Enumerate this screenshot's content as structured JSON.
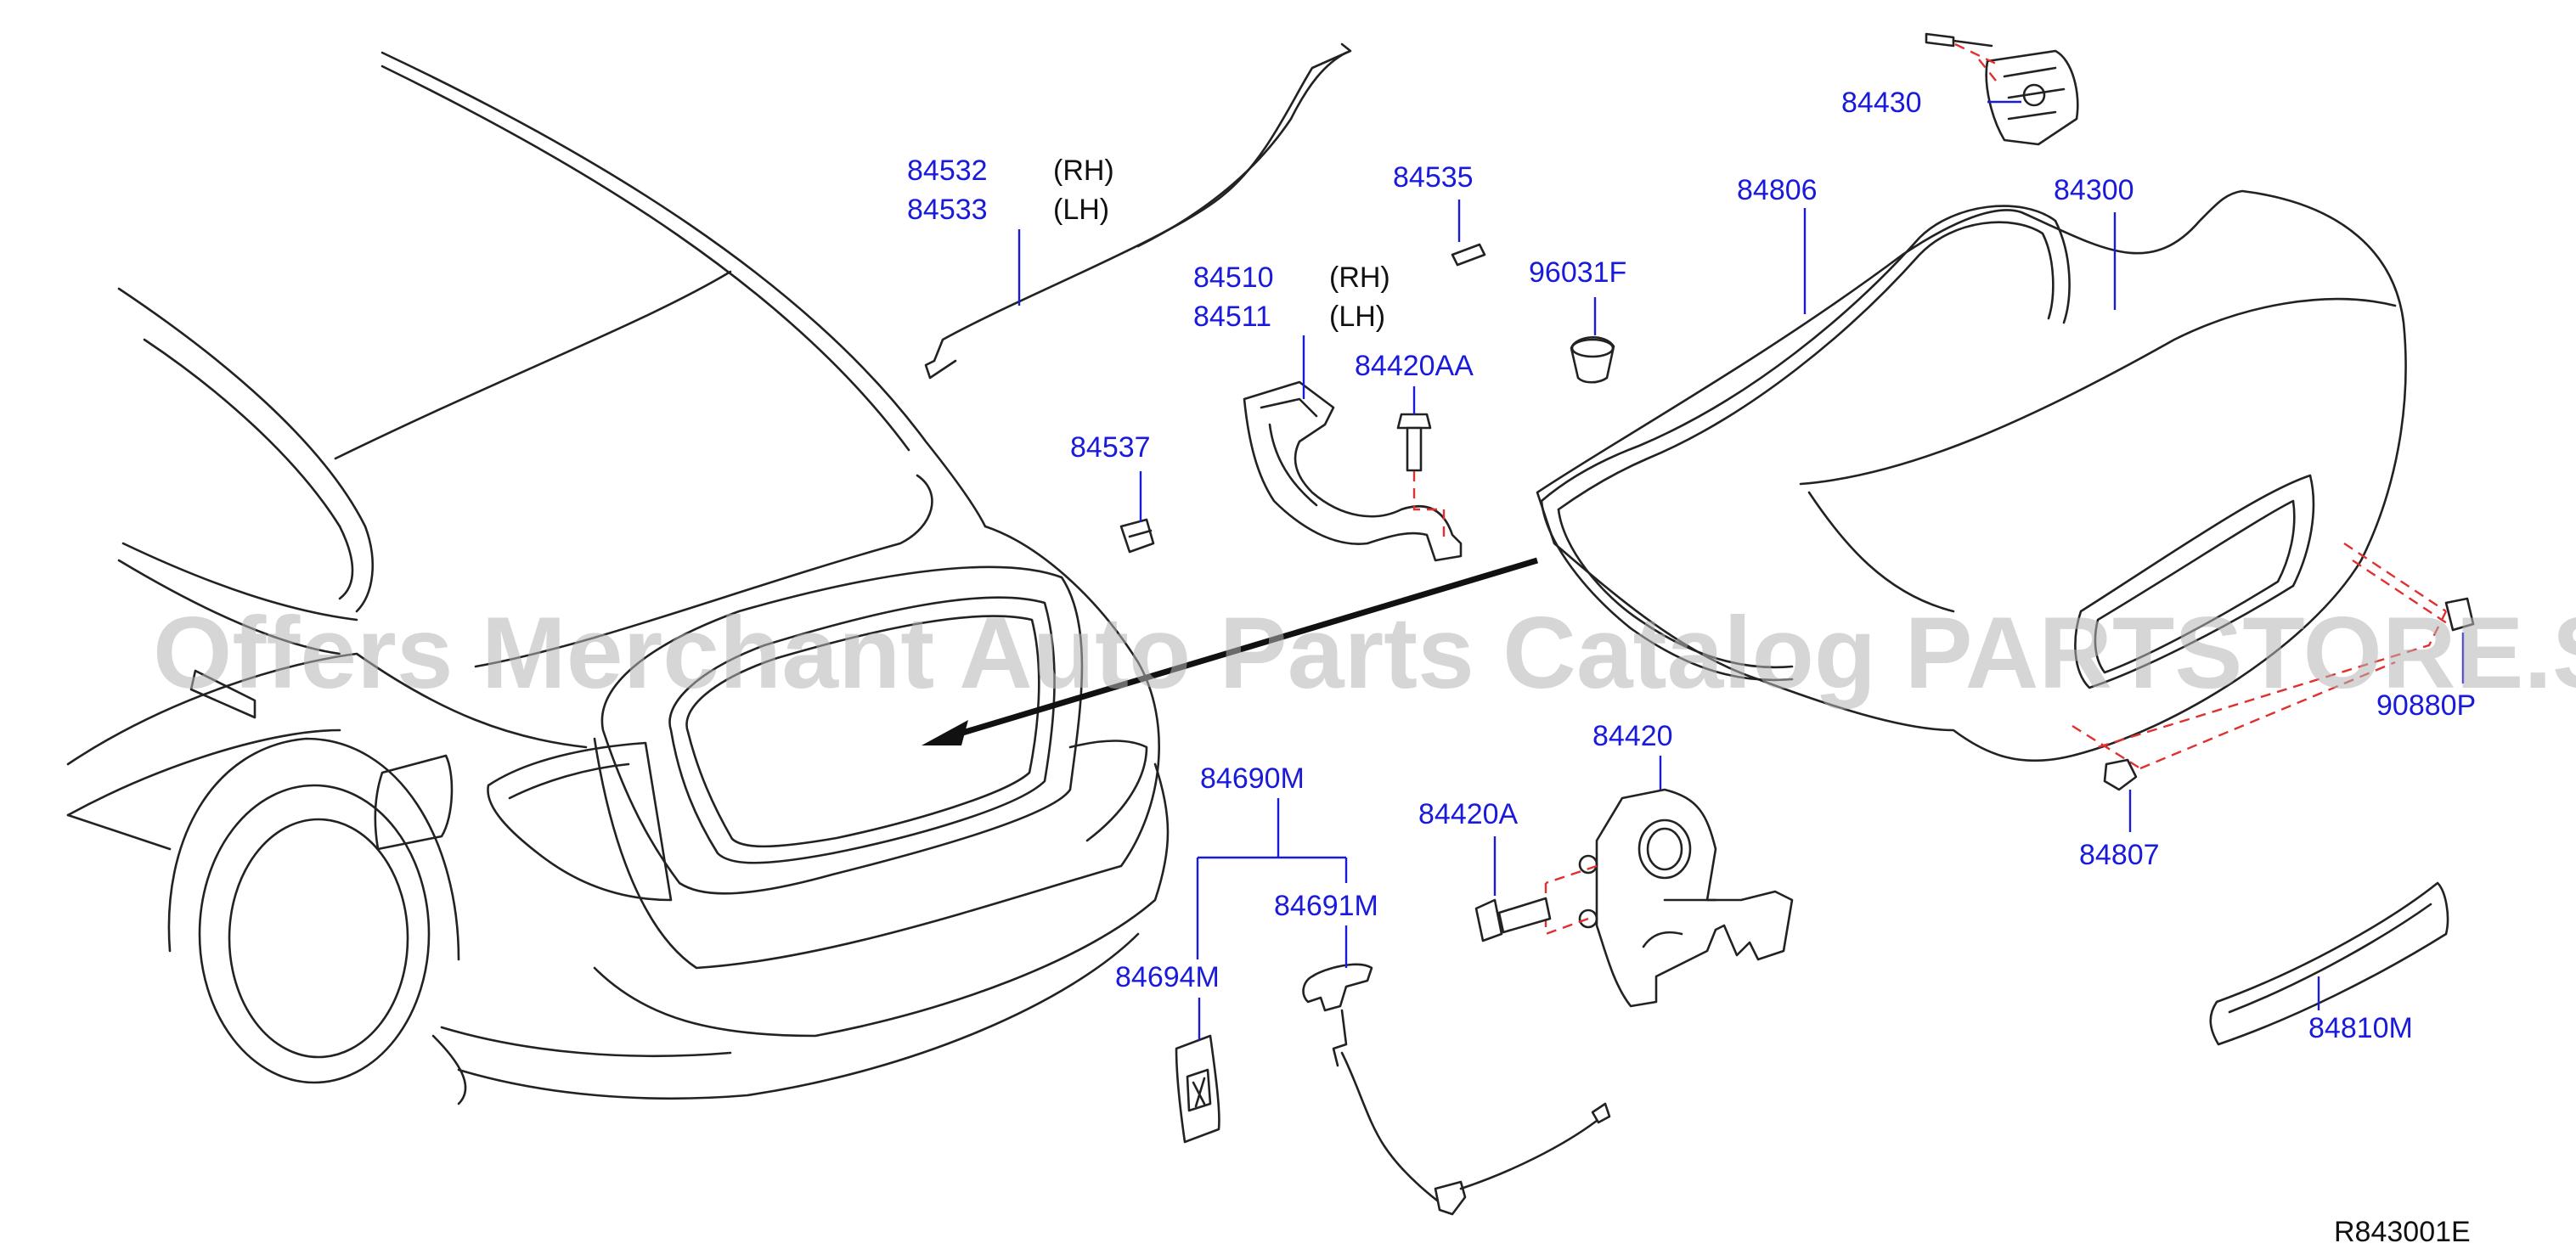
{
  "watermark": "Offers Merchant Auto Parts Catalog PARTSTORE.SA",
  "diagram_code": "R843001E",
  "colors": {
    "label": "#1a1adb",
    "line": "#222222",
    "dashed_guide": "#e03030"
  },
  "callouts": {
    "p84532": "84532",
    "p84532_side": "(RH)",
    "p84533": "84533",
    "p84533_side": "(LH)",
    "p84535": "84535",
    "p84510": "84510",
    "p84510_side": "(RH)",
    "p84511": "84511",
    "p84511_side": "(LH)",
    "p96031F": "96031F",
    "p84420AA": "84420AA",
    "p84537": "84537",
    "p84430": "84430",
    "p84806": "84806",
    "p84300": "84300",
    "p90880P": "90880P",
    "p84807": "84807",
    "p84420": "84420",
    "p84420A": "84420A",
    "p84690M": "84690M",
    "p84691M": "84691M",
    "p84694M": "84694M",
    "p84810M": "84810M"
  }
}
